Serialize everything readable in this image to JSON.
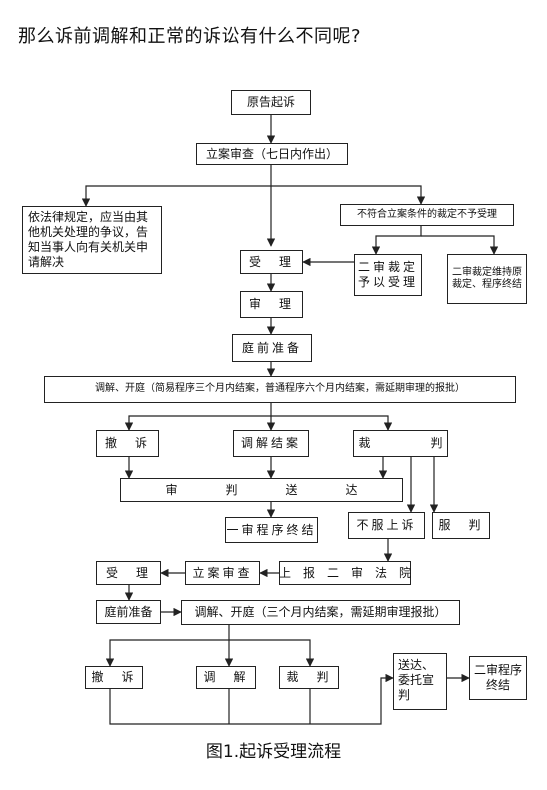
{
  "title": "那么诉前调解和正常的诉讼有什么不同呢?",
  "caption": "图1.起诉受理流程",
  "boxes": {
    "b1": "原告起诉",
    "b2": "立案审查（七日内作出）",
    "b3": "依法律规定，应当由其他机关处理的争议，告知当事人向有关机关申请解决",
    "b4": "不符合立案条件的裁定不予受理",
    "b5": "受　理",
    "b6": "二审裁定予以受理",
    "b7": "二审裁定维持原裁定、程序终结",
    "b8": "审　理",
    "b9": "庭前准备",
    "b10": "调解、开庭（简易程序三个月内结案，普通程序六个月内结案，需延期审理的报批）",
    "b11": "撤　诉",
    "b12": "调解结案",
    "b13": "裁　　　　　判",
    "b14": "审　　　　判　　　　送　　　　达",
    "b15": "一审程序终结",
    "b16": "不服上诉",
    "b17": "服　判",
    "b18": "受　理",
    "b19": "立案审查",
    "b20": "上　报　二　审　法　院",
    "b21": "庭前准备",
    "b22": "调解、开庭（三个月内结案，需延期审理报批）",
    "b23": "撤　诉",
    "b24": "调　解",
    "b25": "裁　判",
    "b26": "送达、委托宣判",
    "b27": "二审程序终结"
  },
  "colors": {
    "line": "#222222"
  }
}
